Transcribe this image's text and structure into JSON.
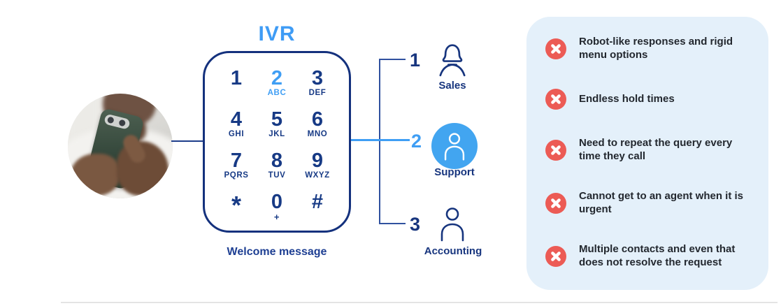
{
  "title": "IVR",
  "keypad": {
    "caption": "Welcome message",
    "keys": [
      {
        "digit": "1",
        "letters": ""
      },
      {
        "digit": "2",
        "letters": "ABC",
        "highlight": true
      },
      {
        "digit": "3",
        "letters": "DEF"
      },
      {
        "digit": "4",
        "letters": "GHI"
      },
      {
        "digit": "5",
        "letters": "JKL"
      },
      {
        "digit": "6",
        "letters": "MNO"
      },
      {
        "digit": "7",
        "letters": "PQRS"
      },
      {
        "digit": "8",
        "letters": "TUV"
      },
      {
        "digit": "9",
        "letters": "WXYZ"
      },
      {
        "digit": "*",
        "letters": ""
      },
      {
        "digit": "0",
        "letters": "+"
      },
      {
        "digit": "#",
        "letters": ""
      }
    ]
  },
  "menu": {
    "options": [
      {
        "number": "1",
        "label": "Sales",
        "highlight": false,
        "icon": "female-user-outline-icon"
      },
      {
        "number": "2",
        "label": "Support",
        "highlight": true,
        "icon": "user-filled-circle-icon"
      },
      {
        "number": "3",
        "label": "Accounting",
        "highlight": false,
        "icon": "user-outline-icon"
      }
    ]
  },
  "pain_points": {
    "items": [
      {
        "icon": "error-x-icon",
        "text": "Robot-like responses and rigid menu options"
      },
      {
        "icon": "error-x-icon",
        "text": "Endless hold times"
      },
      {
        "icon": "error-x-icon",
        "text": "Need to repeat the query every time they call"
      },
      {
        "icon": "error-x-icon",
        "text": "Cannot get to an agent when it is urgent"
      },
      {
        "icon": "error-x-icon",
        "text": "Multiple contacts and even that does not resolve the request"
      }
    ]
  },
  "colors": {
    "navy": "#17357e",
    "bright_blue": "#3f9ef4",
    "support_circle": "#42a5f0",
    "panel_bg": "#e4f0fa",
    "error_red": "#ec5b55",
    "text_dark": "#23282f"
  }
}
